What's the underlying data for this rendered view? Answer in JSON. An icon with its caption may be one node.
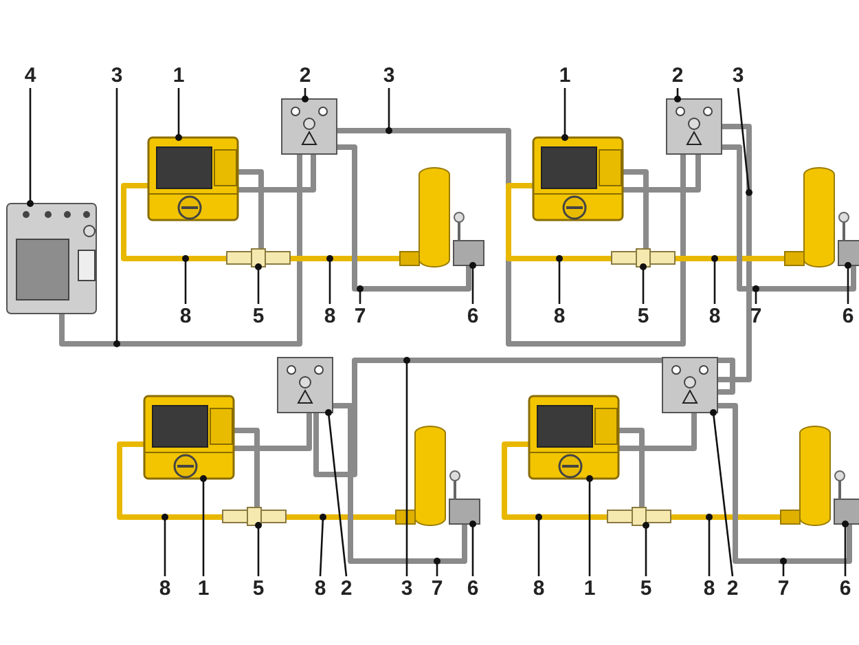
{
  "diagram": {
    "nodes": [
      {
        "text": [
          "4"
        ]
      },
      {
        "text": [
          "3"
        ]
      },
      {
        "text": [
          "1"
        ]
      },
      {
        "text": [
          "2"
        ]
      },
      {
        "text": [
          "3"
        ]
      },
      {
        "text": [
          "1"
        ]
      },
      {
        "text": [
          "2"
        ]
      },
      {
        "text": [
          "3"
        ]
      },
      {
        "text": [
          "8"
        ]
      },
      {
        "text": [
          "5"
        ]
      },
      {
        "text": [
          "8"
        ]
      },
      {
        "text": [
          "7"
        ]
      },
      {
        "text": [
          "6"
        ]
      },
      {
        "text": [
          "8"
        ]
      },
      {
        "text": [
          "5"
        ]
      },
      {
        "text": [
          "8"
        ]
      },
      {
        "text": [
          "7"
        ]
      },
      {
        "text": [
          "6"
        ]
      },
      {
        "text": [
          "8"
        ]
      },
      {
        "text": [
          "1"
        ]
      },
      {
        "text": [
          "5"
        ]
      },
      {
        "text": [
          "8"
        ]
      },
      {
        "text": [
          "2"
        ]
      },
      {
        "text": [
          "3"
        ]
      },
      {
        "text": [
          "7"
        ]
      },
      {
        "text": [
          "6"
        ]
      },
      {
        "text": [
          "8"
        ]
      },
      {
        "text": [
          "1"
        ]
      },
      {
        "text": [
          "5"
        ]
      },
      {
        "text": [
          "8"
        ]
      },
      {
        "text": [
          "2"
        ]
      },
      {
        "text": [
          "7"
        ]
      },
      {
        "text": [
          "6"
        ]
      },
      {
        "text": [],
        "shape": "picture"
      },
      {
        "text": [],
        "shape": "picture"
      },
      {
        "text": [],
        "shape": "picture"
      },
      {
        "text": [],
        "shape": "picture"
      },
      {
        "text": [],
        "shape": "picture"
      },
      {
        "text": [],
        "shape": "picture"
      },
      {
        "text": [],
        "shape": "picture"
      },
      {
        "text": [],
        "shape": "picture"
      },
      {
        "text": [],
        "shape": "picture"
      },
      {
        "text": [],
        "shape": "picture"
      },
      {
        "text": [],
        "shape": "picture"
      },
      {
        "text": [],
        "shape": "picture"
      },
      {
        "text": [],
        "shape": "picture"
      },
      {
        "text": [],
        "shape": "picture"
      },
      {
        "text": [],
        "shape": "picture"
      },
      {
        "text": [],
        "shape": "picture"
      },
      {
        "text": [],
        "shape": "picture"
      },
      {
        "text": [],
        "shape": "cylinder"
      },
      {
        "text": [],
        "shape": "cylinder"
      },
      {
        "text": [],
        "shape": "cylinder"
      },
      {
        "text": [],
        "shape": "cylinder"
      }
    ],
    "edges": [
      {
        "from": 0,
        "to": 33,
        "arrow": "other"
      },
      {
        "from": 1,
        "to": null,
        "arrow": "other"
      },
      {
        "from": 2,
        "to": 34,
        "arrow": "other"
      },
      {
        "from": 3,
        "to": 35,
        "arrow": "other"
      },
      {
        "from": 4,
        "to": null,
        "arrow": "other"
      },
      {
        "from": 5,
        "to": 38,
        "arrow": "other"
      },
      {
        "from": 6,
        "to": 39,
        "arrow": "other"
      },
      {
        "from": 7,
        "to": null,
        "arrow": "other"
      },
      {
        "from": 8,
        "to": null,
        "arrow": "other"
      },
      {
        "from": 9,
        "to": 36,
        "arrow": "other"
      },
      {
        "from": 10,
        "to": null,
        "arrow": "other"
      },
      {
        "from": 11,
        "to": null,
        "arrow": "other"
      },
      {
        "from": 12,
        "to": 37,
        "arrow": "other"
      },
      {
        "from": 13,
        "to": null,
        "arrow": "other"
      },
      {
        "from": 14,
        "to": 40,
        "arrow": "other"
      },
      {
        "from": 15,
        "to": null,
        "arrow": "other"
      },
      {
        "from": 16,
        "to": null,
        "arrow": "other"
      },
      {
        "from": 17,
        "to": 41,
        "arrow": "other"
      },
      {
        "from": 18,
        "to": null,
        "arrow": "other"
      },
      {
        "from": 19,
        "to": 42,
        "arrow": "other"
      },
      {
        "from": 20,
        "to": 44,
        "arrow": "other"
      },
      {
        "from": 21,
        "to": null,
        "arrow": "other"
      },
      {
        "from": 22,
        "to": 43,
        "arrow": "other"
      },
      {
        "from": 23,
        "to": null,
        "arrow": "other"
      },
      {
        "from": 24,
        "to": null,
        "arrow": "other"
      },
      {
        "from": 25,
        "to": 45,
        "arrow": "other"
      },
      {
        "from": 26,
        "to": null,
        "arrow": "other"
      },
      {
        "from": 27,
        "to": 46,
        "arrow": "other"
      },
      {
        "from": 28,
        "to": 48,
        "arrow": "other"
      },
      {
        "from": 29,
        "to": null,
        "arrow": "other"
      },
      {
        "from": 30,
        "to": 47,
        "arrow": "other"
      },
      {
        "from": 31,
        "to": null,
        "arrow": "other"
      },
      {
        "from": 32,
        "to": 49,
        "arrow": "other"
      },
      {
        "from": 33,
        "to": 35,
        "arrow": "none",
        "style": "thick",
        "color": "#8a8a8a"
      },
      {
        "from": 35,
        "to": 39,
        "arrow": "none",
        "style": "thick",
        "color": "#8a8a8a"
      },
      {
        "from": 39,
        "to": 47,
        "arrow": "none",
        "style": "thick",
        "color": "#8a8a8a"
      },
      {
        "from": 43,
        "to": 47,
        "arrow": "none",
        "style": "thick",
        "color": "#8a8a8a"
      },
      {
        "from": 34,
        "to": 36,
        "arrow": "none",
        "style": "thick",
        "color": "#e8b800"
      },
      {
        "from": 36,
        "to": 50,
        "arrow": "none",
        "style": "thick",
        "color": "#e8b800"
      },
      {
        "from": 34,
        "to": 36,
        "arrow": "none",
        "style": "thick",
        "color": "#8a8a8a"
      },
      {
        "from": 34,
        "to": 35,
        "arrow": "none",
        "style": "thick",
        "color": "#8a8a8a"
      },
      {
        "from": 35,
        "to": 37,
        "arrow": "none",
        "style": "thick",
        "color": "#8a8a8a"
      },
      {
        "from": 38,
        "to": 40,
        "arrow": "none",
        "style": "thick",
        "color": "#e8b800"
      },
      {
        "from": 40,
        "to": 51,
        "arrow": "none",
        "style": "thick",
        "color": "#e8b800"
      },
      {
        "from": 38,
        "to": 40,
        "arrow": "none",
        "style": "thick",
        "color": "#8a8a8a"
      },
      {
        "from": 38,
        "to": 39,
        "arrow": "none",
        "style": "thick",
        "color": "#8a8a8a"
      },
      {
        "from": 39,
        "to": 41,
        "arrow": "none",
        "style": "thick",
        "color": "#8a8a8a"
      },
      {
        "from": 42,
        "to": 44,
        "arrow": "none",
        "style": "thick",
        "color": "#e8b800"
      },
      {
        "from": 44,
        "to": 52,
        "arrow": "none",
        "style": "thick",
        "color": "#e8b800"
      },
      {
        "from": 42,
        "to": 44,
        "arrow": "none",
        "style": "thick",
        "color": "#8a8a8a"
      },
      {
        "from": 42,
        "to": 43,
        "arrow": "none",
        "style": "thick",
        "color": "#8a8a8a"
      },
      {
        "from": 43,
        "to": 45,
        "arrow": "none",
        "style": "thick",
        "color": "#8a8a8a"
      },
      {
        "from": 46,
        "to": 48,
        "arrow": "none",
        "style": "thick",
        "color": "#e8b800"
      },
      {
        "from": 48,
        "to": 53,
        "arrow": "none",
        "style": "thick",
        "color": "#e8b800"
      },
      {
        "from": 46,
        "to": 48,
        "arrow": "none",
        "style": "thick",
        "color": "#8a8a8a"
      },
      {
        "from": 46,
        "to": 47,
        "arrow": "none",
        "style": "thick",
        "color": "#8a8a8a"
      },
      {
        "from": 47,
        "to": 49,
        "arrow": "none",
        "style": "thick",
        "color": "#8a8a8a"
      }
    ]
  }
}
